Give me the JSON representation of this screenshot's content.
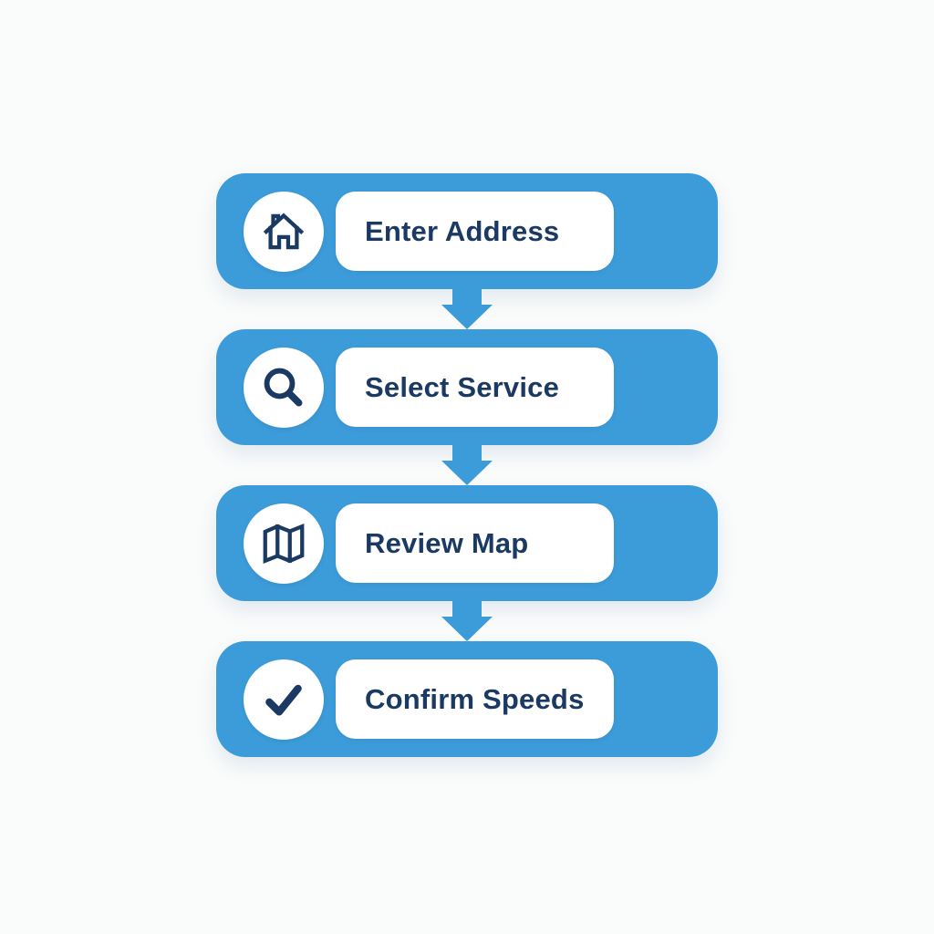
{
  "colors": {
    "bar_blue": "#3c9bd9",
    "navy": "#1b3a63",
    "pill_white": "#ffffff",
    "background": "#fafbfb"
  },
  "steps": [
    {
      "label": "Enter Address",
      "icon": "home-icon"
    },
    {
      "label": "Select Service",
      "icon": "search-icon"
    },
    {
      "label": "Review Map",
      "icon": "map-icon"
    },
    {
      "label": "Confirm Speeds",
      "icon": "check-icon"
    }
  ],
  "connector_icon": "arrow-down-icon"
}
